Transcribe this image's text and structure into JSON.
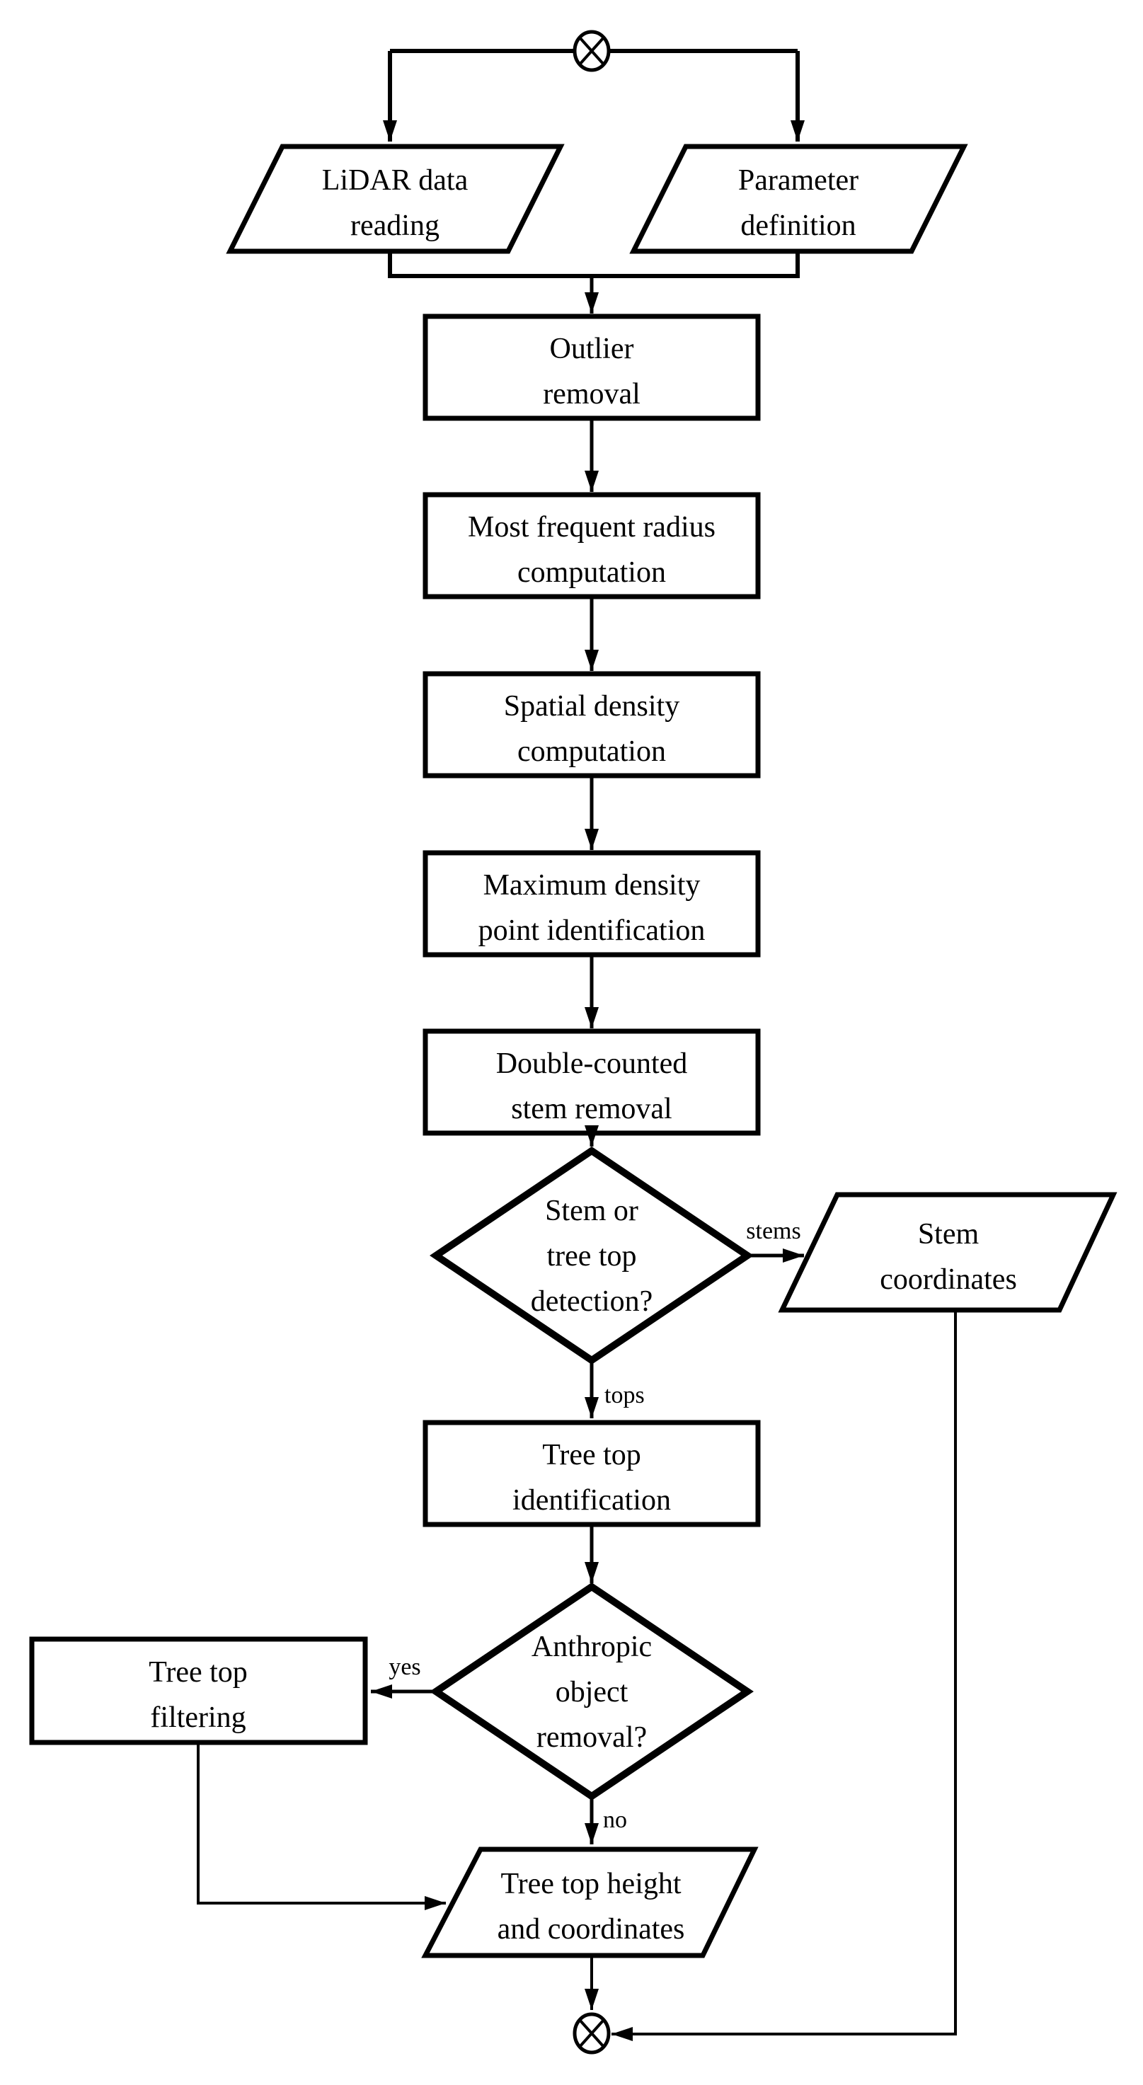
{
  "figure": {
    "colors": {
      "ink": "#000000",
      "paper": "#ffffff"
    },
    "nodes": {
      "lidar_reading": {
        "lines": [
          "LiDAR data",
          "reading"
        ]
      },
      "parameter_definition": {
        "lines": [
          "Parameter",
          "definition"
        ]
      },
      "outlier_removal": {
        "lines": [
          "Outlier",
          "removal"
        ]
      },
      "most_frequent_radius": {
        "lines": [
          "Most frequent radius",
          "computation"
        ]
      },
      "spatial_density": {
        "lines": [
          "Spatial density",
          "computation"
        ]
      },
      "maximum_density": {
        "lines": [
          "Maximum density",
          "point identification"
        ]
      },
      "double_counted": {
        "lines": [
          "Double-counted",
          "stem removal"
        ]
      },
      "stem_or_treetop": {
        "lines": [
          "Stem or",
          "tree top",
          "detection?"
        ]
      },
      "stem_coordinates": {
        "lines": [
          "Stem",
          "coordinates"
        ]
      },
      "treetop_identification": {
        "lines": [
          "Tree top",
          "identification"
        ]
      },
      "anthropic_removal": {
        "lines": [
          "Anthropic",
          "object",
          "removal?"
        ]
      },
      "treetop_filtering": {
        "lines": [
          "Tree top",
          "filtering"
        ]
      },
      "treetop_height": {
        "lines": [
          "Tree top height",
          "and coordinates"
        ]
      }
    },
    "edge_labels": {
      "stems": "stems",
      "tops": "tops",
      "yes": "yes",
      "no": "no"
    }
  }
}
